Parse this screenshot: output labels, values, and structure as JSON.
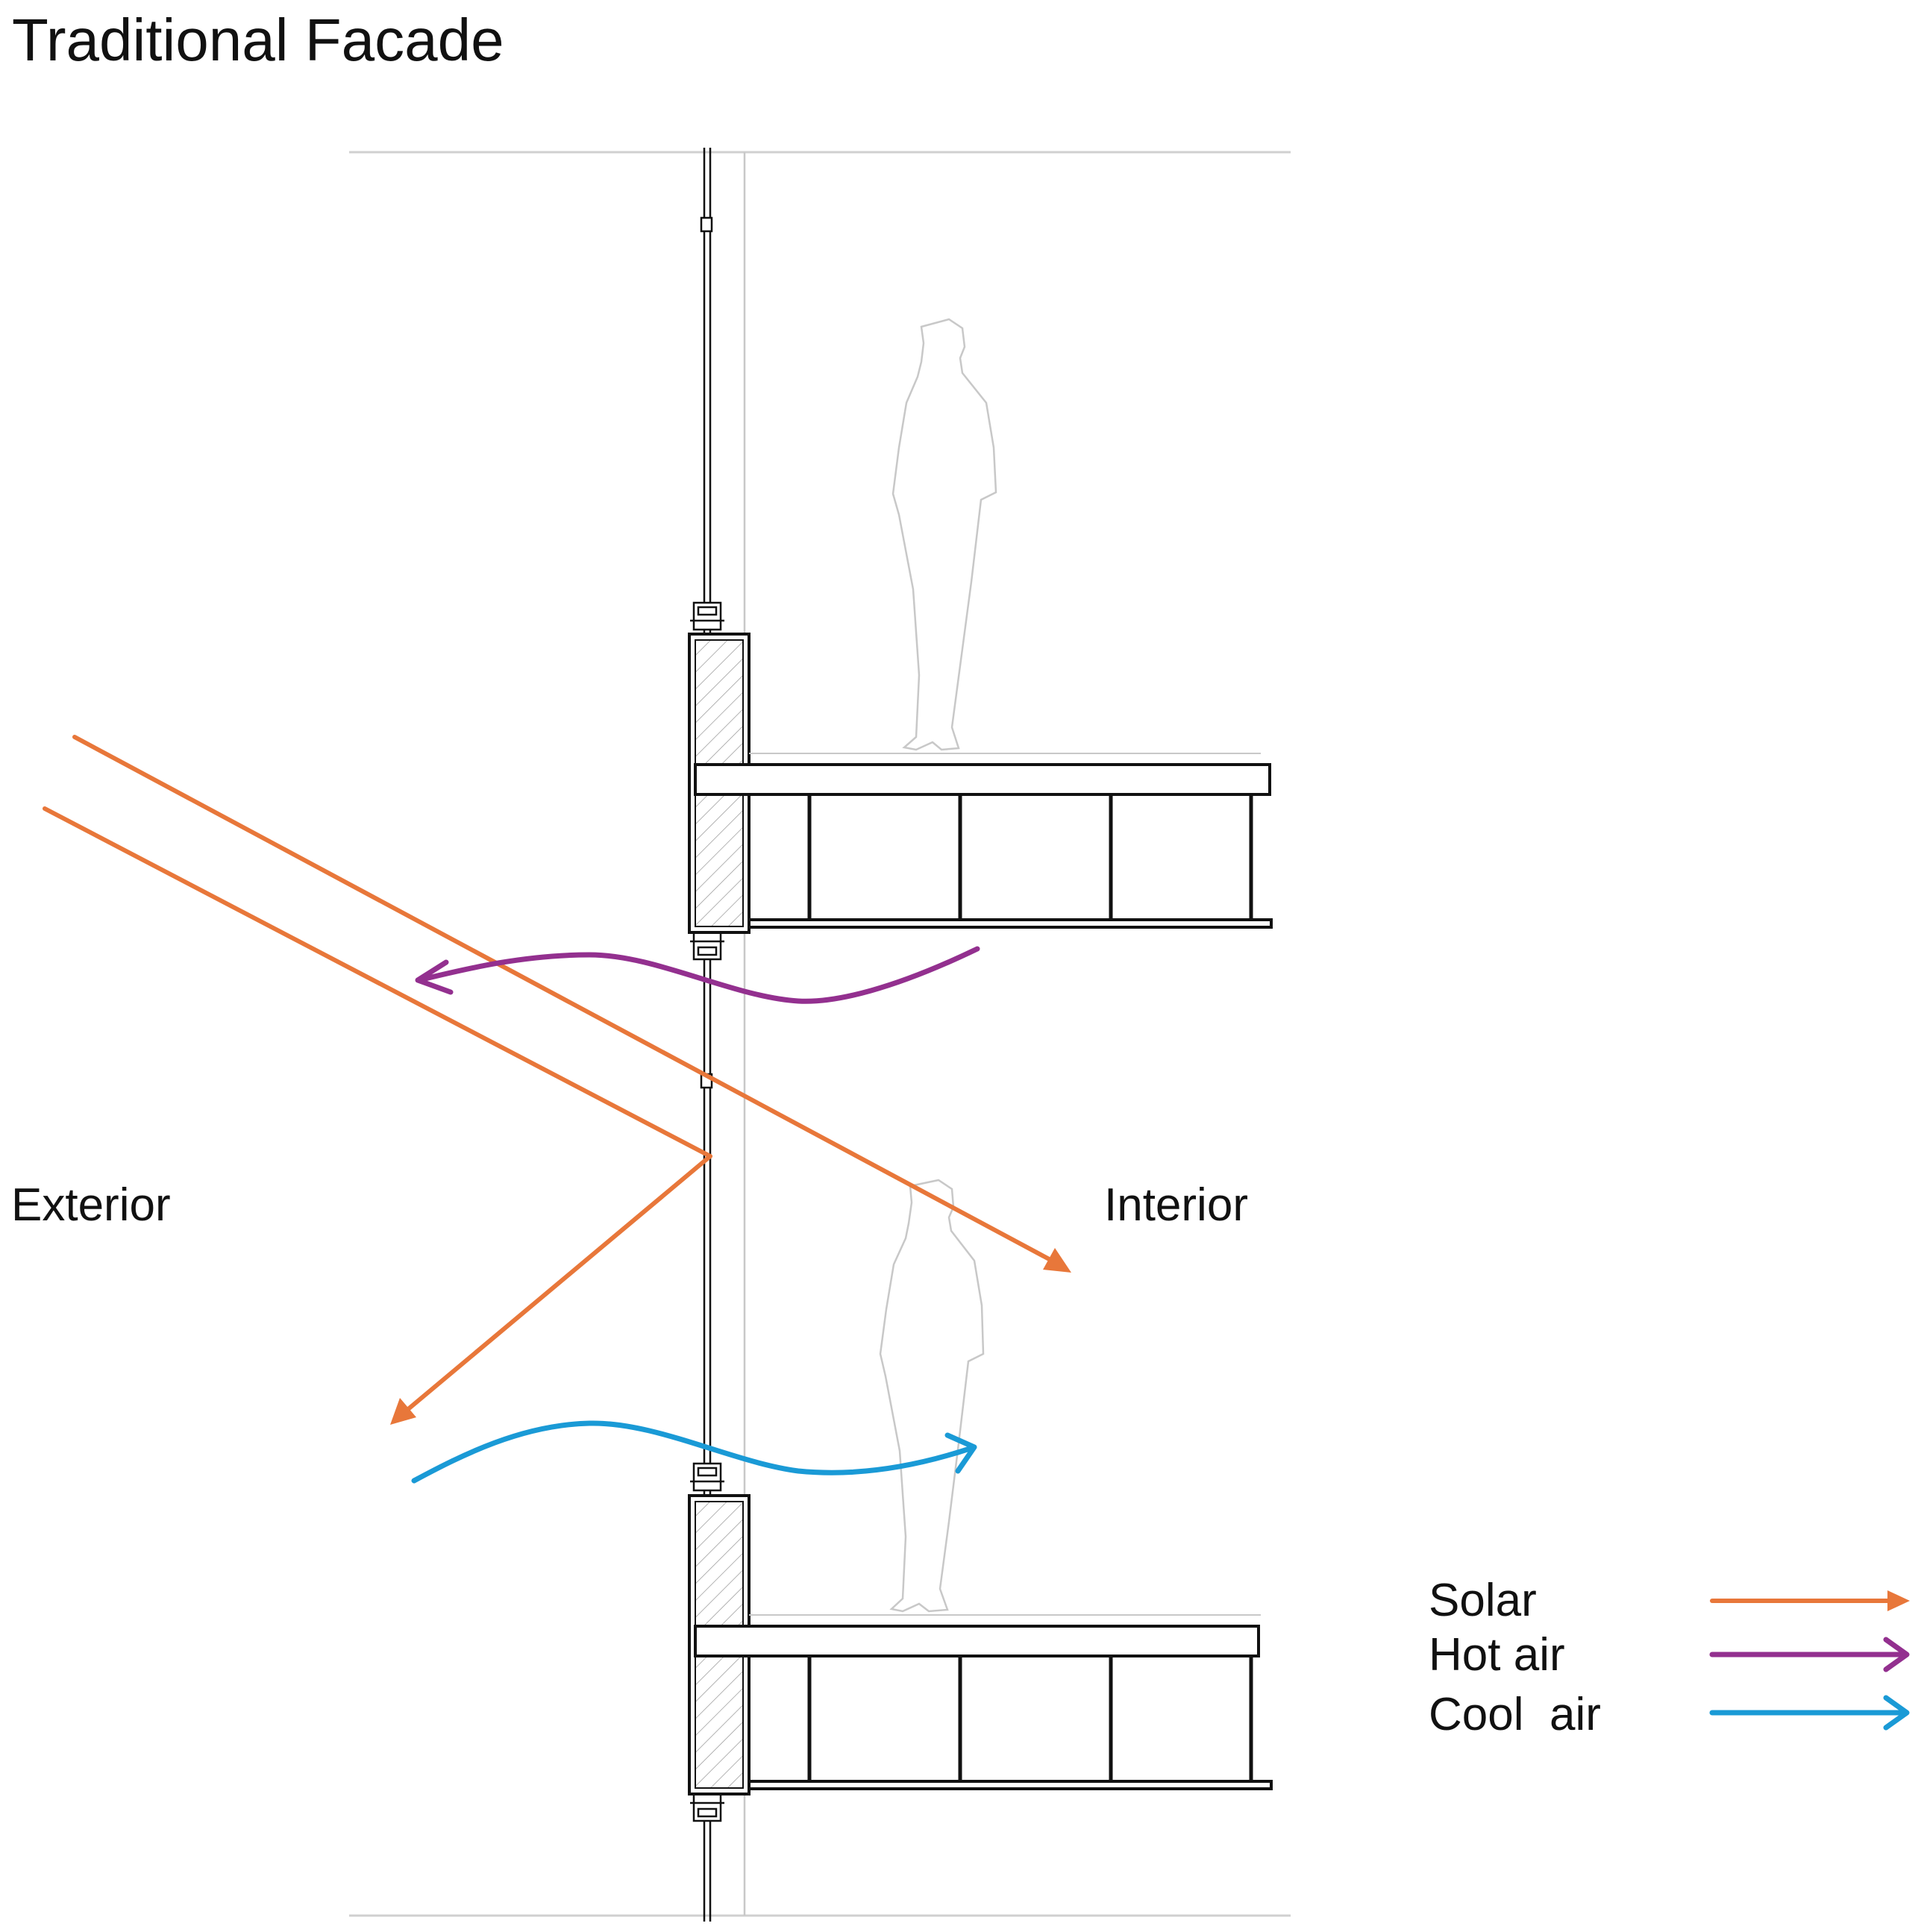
{
  "title": "Traditional Facade",
  "labels": {
    "exterior": "Exterior",
    "interior": "Interior"
  },
  "legend": [
    {
      "key": "solar",
      "label": "Solar",
      "color": "#e8773a"
    },
    {
      "key": "hot_air",
      "label": "Hot air",
      "color": "#93308f"
    },
    {
      "key": "cool_air",
      "label": "Cool  air",
      "color": "#1a9ad6"
    }
  ],
  "colors": {
    "line": "#111111",
    "ghost": "#c8c8c8",
    "hatch": "#9a9a9a"
  }
}
